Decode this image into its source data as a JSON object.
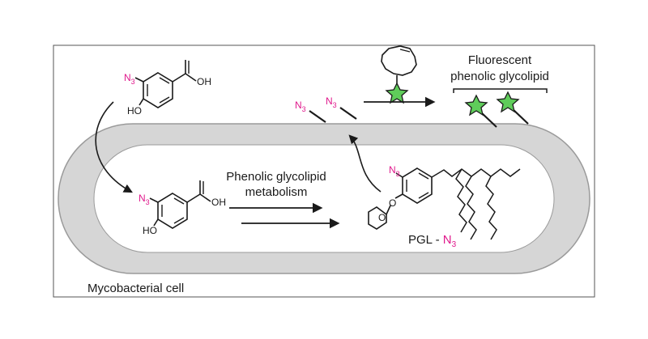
{
  "colors": {
    "azide": "#e0198c",
    "cell_wall": "#d6d6d6",
    "cell_stroke": "#9a9a9a",
    "star_fill": "#5fcc5a",
    "ink": "#1a1a1a"
  },
  "frame_label": "Mycobacterial cell",
  "precursor_outside": {
    "azide": "N",
    "azide_sub": "3",
    "hydroxyl": "HO",
    "acid_oh": "OH"
  },
  "precursor_inside": {
    "azide": "N",
    "azide_sub": "3",
    "hydroxyl": "HO",
    "acid_oh": "OH"
  },
  "process_label_line1": "Phenolic glycolipid",
  "process_label_line2": "metabolism",
  "pgl": {
    "azide": "N",
    "azide_sub": "3",
    "ether_o": "O",
    "ring_o": "O",
    "label_prefix": "PGL - ",
    "label_azide": "N",
    "label_azide_sub": "3"
  },
  "surface_azides": [
    {
      "azide": "N",
      "azide_sub": "3"
    },
    {
      "azide": "N",
      "azide_sub": "3"
    }
  ],
  "product_label_line1": "Fluorescent",
  "product_label_line2": "phenolic glycolipid",
  "icons": {
    "probe": "cyclooctyne-fluorophore-icon",
    "star": "fluorophore-star-icon"
  }
}
